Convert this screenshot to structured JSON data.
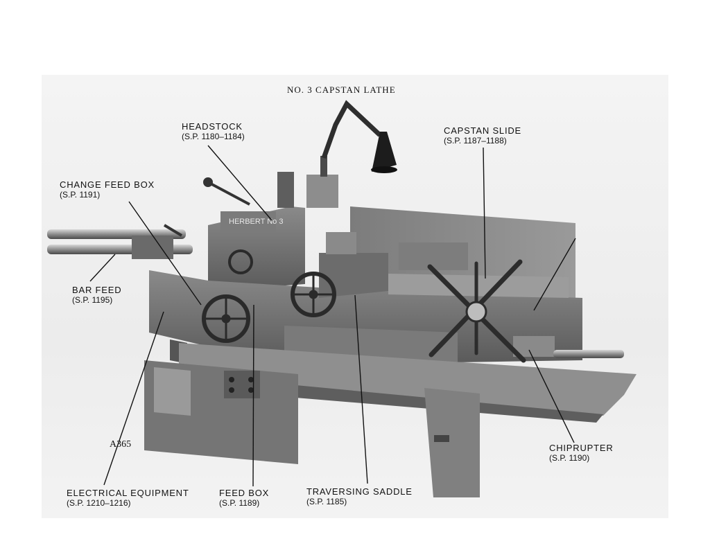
{
  "title": "NO. 3 CAPSTAN LATHE",
  "plate_reference": "A365",
  "nameplate_text": "HERBERT No 3",
  "callouts": {
    "headstock": {
      "name": "HEADSTOCK",
      "ref": "(S.P. 1180–1184)"
    },
    "capstan_slide": {
      "name": "CAPSTAN SLIDE",
      "ref": "(S.P. 1187–1188)"
    },
    "change_feed_box": {
      "name": "CHANGE FEED BOX",
      "ref": "(S.P. 1191)"
    },
    "bar_feed": {
      "name": "BAR FEED",
      "ref": "(S.P. 1195)"
    },
    "chiprupter": {
      "name": "CHIPRUPTER",
      "ref": "(S.P. 1190)"
    },
    "electrical_equipment": {
      "name": "ELECTRICAL EQUIPMENT",
      "ref": "(S.P. 1210–1216)"
    },
    "feed_box": {
      "name": "FEED BOX",
      "ref": "(S.P. 1189)"
    },
    "traversing_saddle": {
      "name": "TRAVERSING SADDLE",
      "ref": "(S.P. 1185)"
    }
  },
  "colors": {
    "metal_dark": "#3d3d3d",
    "metal_mid": "#6e6e6e",
    "metal_light": "#a9a9a9",
    "leader": "#111111"
  }
}
